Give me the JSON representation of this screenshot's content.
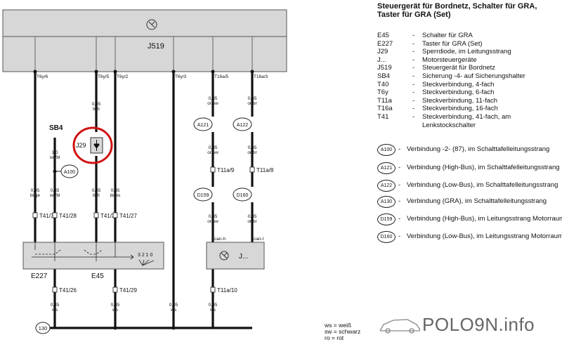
{
  "diagram": {
    "module_main": "J519",
    "module_right": "J...",
    "top_pins": [
      "T6y/6",
      "T6y/5",
      "T6y/2",
      "T6y/3",
      "T16a/5",
      "T16a/3"
    ],
    "wire_labels": {
      "w1": [
        "0,35",
        "bl/ge"
      ],
      "w2a": [
        "0,35",
        "bl/li"
      ],
      "w2b": [
        "0,35",
        "bl/li"
      ],
      "w3": [
        "0,35",
        "bl/ws"
      ],
      "w5a": [
        "0,35",
        "or/sw"
      ],
      "w5b": [
        "0,35",
        "or/sw"
      ],
      "w5c": [
        "0,35",
        "or/sw"
      ],
      "w6a": [
        "0,35",
        "or/br"
      ],
      "w6b": [
        "0,35",
        "or/br"
      ],
      "w6c": [
        "0,35",
        "or/br"
      ],
      "sb": [
        "1,0",
        "sw/bl"
      ],
      "w_sw": [
        "0,35",
        "sw/bl"
      ],
      "b1": [
        "0,35",
        "ws"
      ],
      "b2": [
        "0,35",
        "ws"
      ],
      "b3": [
        "0,35",
        "ws"
      ],
      "b4": [
        "0,35",
        "ws"
      ]
    },
    "fuse": "SB4",
    "diode": "J29",
    "connectors": [
      "A121",
      "A122",
      "D159",
      "D160",
      "A100"
    ],
    "conn_labels": [
      "T11a/9",
      "T11a/8"
    ],
    "t41": [
      "T41/30",
      "T41/28",
      "T41/31",
      "T41/27"
    ],
    "t41_bottom": [
      "T41/26",
      "T41/29"
    ],
    "t11a10": "T11a/10",
    "can": [
      "can-h",
      "can-l"
    ],
    "switch_labels": [
      "E227",
      "E45"
    ],
    "switch_positions": "3  2  1  0",
    "ground": "130"
  },
  "legend": {
    "title": "Steuergerät für Bordnetz, Schalter für GRA, Taster für GRA (Set)",
    "entries": [
      {
        "code": "E45",
        "dash": "-",
        "desc": "Schalter für GRA"
      },
      {
        "code": "E227",
        "dash": "-",
        "desc": "Taster für GRA (Set)"
      },
      {
        "code": "J29",
        "dash": "-",
        "desc": "Sperrdiode, im Leitungsstrang"
      },
      {
        "code": "J...",
        "dash": "-",
        "desc": "Motorsteuergeräte"
      },
      {
        "code": "J519",
        "dash": "-",
        "desc": "Steuergerät für Bordnetz"
      },
      {
        "code": "SB4",
        "dash": "-",
        "desc": "Sicherung -4- auf Sicherungshalter"
      },
      {
        "code": "T40",
        "dash": "-",
        "desc": "Steckverbindung, 4-fach"
      },
      {
        "code": "T6y",
        "dash": "-",
        "desc": "Steckverbindung, 6-fach"
      },
      {
        "code": "T11a",
        "dash": "-",
        "desc": "Steckverbindung, 11-fach"
      },
      {
        "code": "T16a",
        "dash": "-",
        "desc": "Steckverbindung, 16-fach"
      },
      {
        "code": "T41",
        "dash": "-",
        "desc": "Steckverbindung, 41-fach, am"
      },
      {
        "code": "",
        "dash": "",
        "desc": "Lenkstockschalter"
      }
    ],
    "connections": [
      {
        "badge": "A100",
        "dash": "-",
        "desc": "Verbindung -2- (87), im Schalttafelleitungsstrang"
      },
      {
        "badge": "A121",
        "dash": "-",
        "desc": "Verbindung (High-Bus), im Schalttafelleitungsstrang"
      },
      {
        "badge": "A122",
        "dash": "-",
        "desc": "Verbindung (Low-Bus), im Schalttafelleitungsstrang"
      },
      {
        "badge": "A130",
        "dash": "-",
        "desc": "Verbindung (GRA), im Schalttafelleitungsstrang"
      },
      {
        "badge": "D159",
        "dash": "-",
        "desc": "Verbindung (High-Bus), im Leitungsstrang Motorraum"
      },
      {
        "badge": "D160",
        "dash": "-",
        "desc": "Verbindung (Low-Bus), im Leitungsstrang Motorraum"
      }
    ],
    "colors": [
      "ws = weiß",
      "sw = schwarz",
      "ro = rot"
    ],
    "logo": "POLO9N.info"
  }
}
